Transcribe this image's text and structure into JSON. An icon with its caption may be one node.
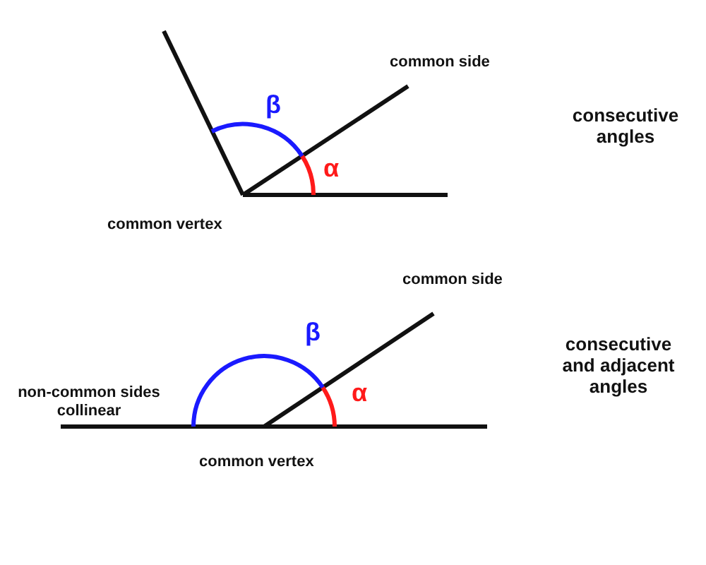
{
  "diagram": {
    "labels": [
      "common side",
      "β",
      "consecutive angles",
      "α",
      "common vertex",
      "common side",
      "β",
      "consecutive and adjacent angles",
      "non-common sides collinear",
      "α",
      "common vertex"
    ]
  }
}
